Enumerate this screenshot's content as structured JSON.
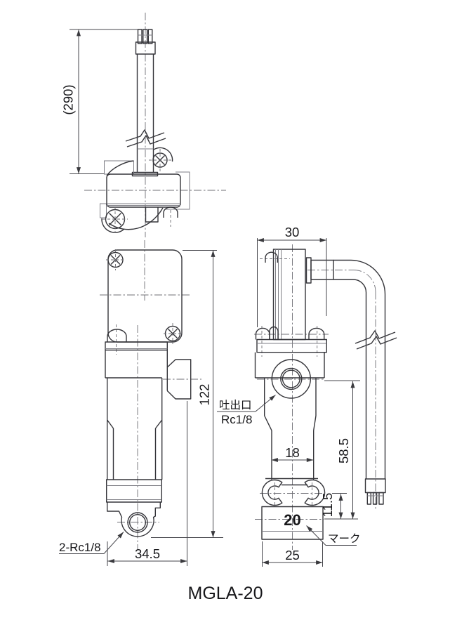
{
  "drawing": {
    "model": "MGLA-20",
    "labels": {
      "cable_length": "(290)",
      "width_top": "30",
      "height_total": "122",
      "outlet": "吐出口",
      "outlet_thread": "Rc1/8",
      "outlet_height": "58.5",
      "cylinder_width": "18",
      "inlet_ports": "2-Rc1/8",
      "hook_offset": "11.5",
      "size_mark": "20",
      "mark_label": "マーク",
      "base_width_front": "34.5",
      "base_width_side": "25"
    }
  }
}
